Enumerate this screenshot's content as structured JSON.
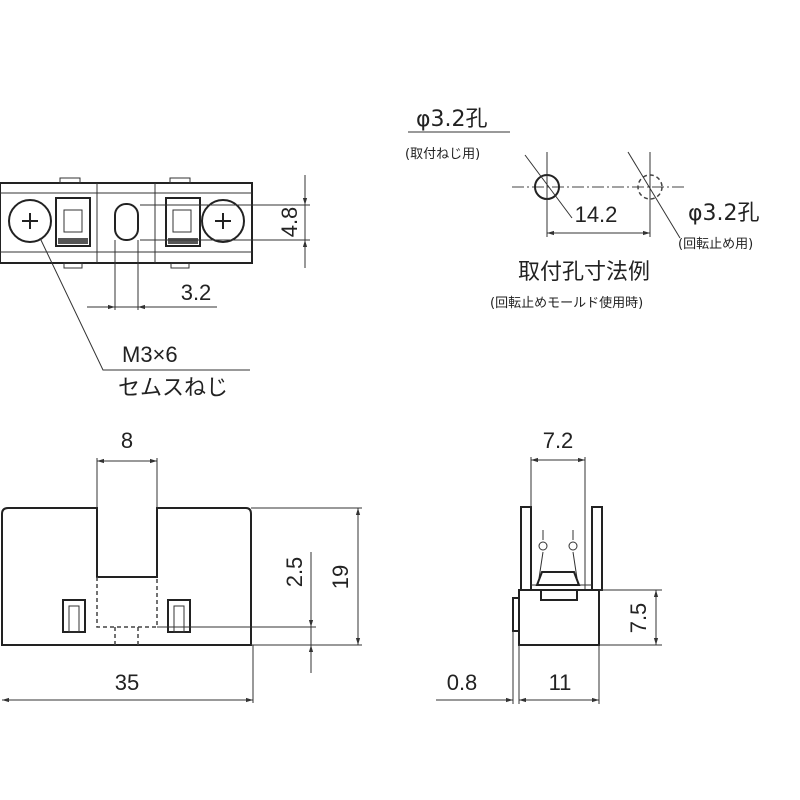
{
  "top_view": {
    "dim_height": "4.8",
    "dim_slot": "3.2",
    "screw_label": "M3×6",
    "screw_type": "セムスねじ"
  },
  "mounting_holes": {
    "hole1_label": "φ3.2孔",
    "hole1_note": "(取付ねじ用)",
    "hole2_label": "φ3.2孔",
    "hole2_note": "(回転止め用)",
    "spacing": "14.2",
    "title": "取付孔寸法例",
    "subtitle": "(回転止めモールド使用時)"
  },
  "front_view": {
    "dim_slot_width": "8",
    "dim_height": "19",
    "dim_offset": "2.5",
    "dim_width": "35"
  },
  "side_view": {
    "dim_inner": "7.2",
    "dim_base_height": "7.5",
    "dim_plate": "0.8",
    "dim_depth": "11"
  }
}
